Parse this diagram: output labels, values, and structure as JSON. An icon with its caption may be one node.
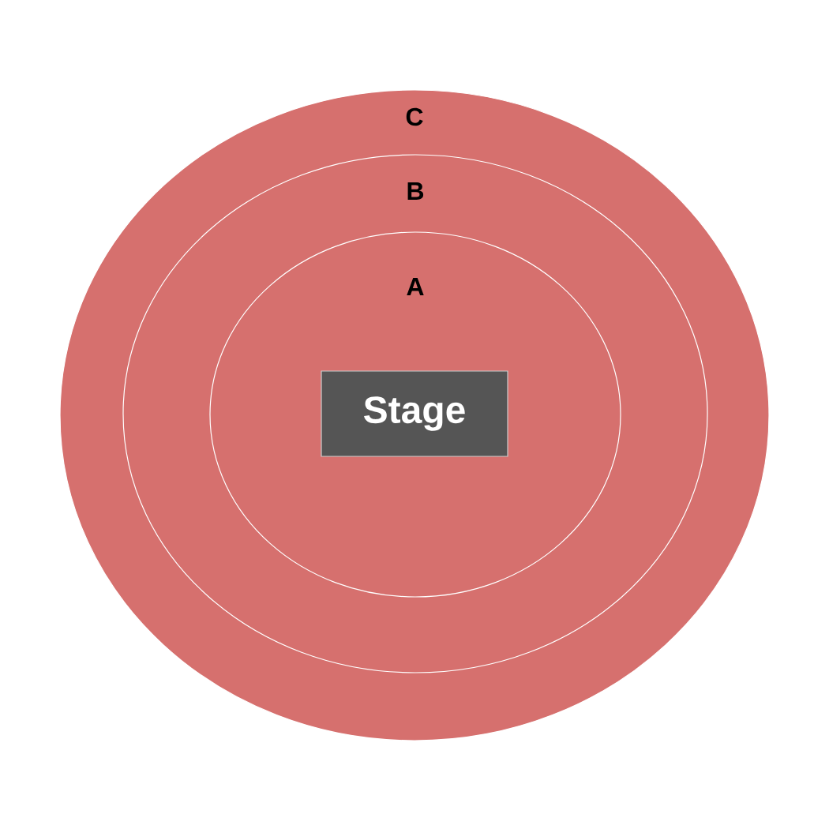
{
  "diagram": {
    "nodes": [
      {
        "text": [
          "C"
        ]
      },
      {
        "text": [
          "B"
        ],
        "in": 0
      },
      {
        "text": [
          "A"
        ],
        "in": 1
      },
      {
        "text": [
          "Stage"
        ],
        "in": 2
      }
    ]
  }
}
